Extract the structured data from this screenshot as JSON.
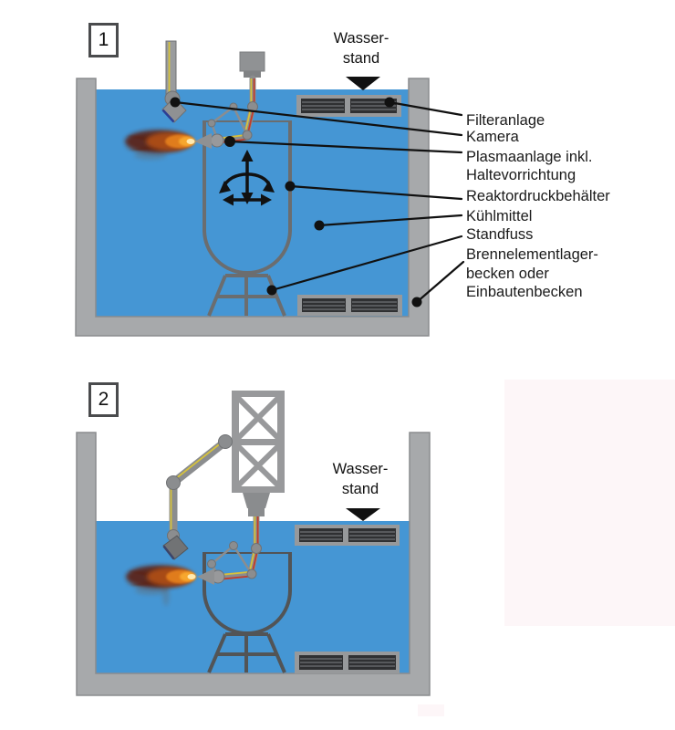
{
  "figure": {
    "panels": [
      {
        "number": "1",
        "water_level_label": [
          "Wasser-",
          "stand"
        ]
      },
      {
        "number": "2",
        "water_level_label": [
          "Wasser-",
          "stand"
        ]
      }
    ],
    "legend": [
      {
        "label": "Filteranlage"
      },
      {
        "label": "Kamera"
      },
      {
        "label": "Plasmaanlage inkl. Haltevorrichtung"
      },
      {
        "label": "Reaktordruckbehälter"
      },
      {
        "label": "Kühlmittel"
      },
      {
        "label": "Standfuss"
      },
      {
        "label": "Brennelementlagerbecken oder Einbautenbecken"
      }
    ],
    "legend_lines": [
      "Filteranlage",
      "Kamera",
      "Plasmaanlage inkl.",
      "Haltevorrichtung",
      "Reaktordruckbehälter",
      "Kühlmittel",
      "Standfuss",
      "Brennelementlager-",
      "becken oder",
      "Einbautenbecken"
    ],
    "colors": {
      "water": "#4596d4",
      "pool_wall": "#a7a9ab",
      "pool_wall_edge": "#8a8c8e",
      "vessel_panel1": "#6b6d6f",
      "vessel_panel2": "#525456",
      "filter_frame": "#97999b",
      "filter_dark": "#2f3032",
      "metal_gray": "#96989a",
      "stripe_yellow": "#d6c23c",
      "stripe_red": "#c23b2a",
      "camera_lens_blue": "#2c3e93",
      "flame_core": "#ffe9b0",
      "flame_orange": "#e07b1a",
      "flame_dark": "#5b2413",
      "ink": "#111111",
      "watermark_pink": "#fdf6f8"
    }
  }
}
